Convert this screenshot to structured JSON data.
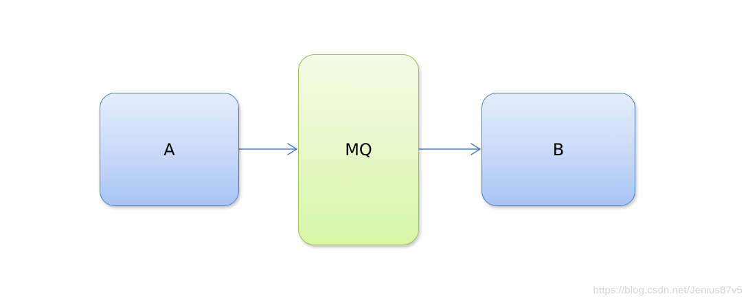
{
  "diagram": {
    "nodes": {
      "a": {
        "label": "A"
      },
      "mq": {
        "label": "MQ"
      },
      "b": {
        "label": "B"
      }
    },
    "edges": [
      {
        "from": "A",
        "to": "MQ"
      },
      {
        "from": "MQ",
        "to": "B"
      }
    ],
    "colors": {
      "producer_consumer_border": "#4a7ebb",
      "queue_border": "#9bbb59",
      "arrow": "#4a7ebb"
    }
  },
  "watermark": "https://blog.csdn.net/Jenius87v5"
}
